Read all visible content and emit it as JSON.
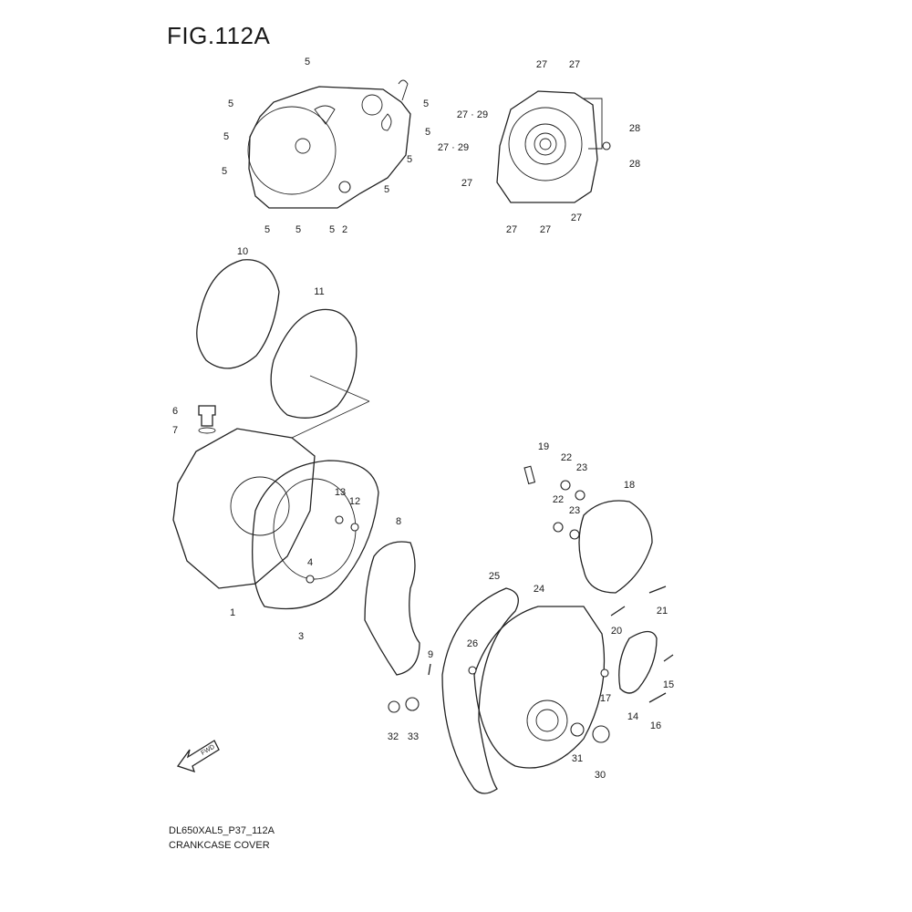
{
  "header": {
    "title": "FIG.112A"
  },
  "footer": {
    "code": "DL650XAL5_P37_112A",
    "caption": "CRANKCASE COVER"
  },
  "fwd_badge": "FWD",
  "callouts": [
    "5",
    "5",
    "5",
    "5",
    "5",
    "5",
    "5",
    "5",
    "5",
    "5",
    "5",
    "2",
    "27",
    "27",
    "27 · 29",
    "27 · 29",
    "28",
    "28",
    "27",
    "27",
    "27",
    "27",
    "10",
    "11",
    "6",
    "7",
    "13",
    "12",
    "8",
    "4",
    "1",
    "3",
    "19",
    "22",
    "23",
    "18",
    "22",
    "23",
    "25",
    "24",
    "21",
    "20",
    "9",
    "26",
    "15",
    "17",
    "14",
    "16",
    "32",
    "33",
    "31",
    "30"
  ]
}
